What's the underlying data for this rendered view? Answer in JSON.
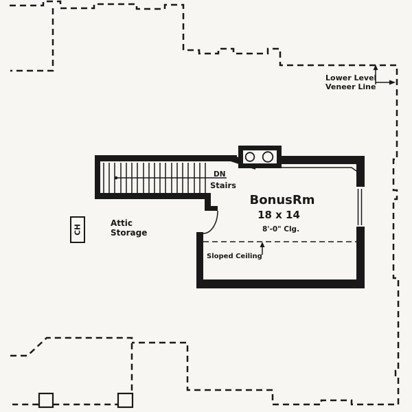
{
  "drawing": {
    "type": "architectural-floor-plan",
    "colors": {
      "ink": "#191919",
      "paper": "#f7f6f2"
    }
  },
  "labels": {
    "lower_level_line1": "Lower Level",
    "lower_level_line2": "Veneer Line",
    "stairs_dn": "DN",
    "stairs": "Stairs",
    "bonus_name": "BonusRm",
    "bonus_dims": "18 x 14",
    "bonus_clg": "8'-0\" Clg.",
    "attic_line1": "Attic",
    "attic_line2": "Storage",
    "sloped_ceiling": "Sloped Ceiling",
    "chase": "CH"
  }
}
